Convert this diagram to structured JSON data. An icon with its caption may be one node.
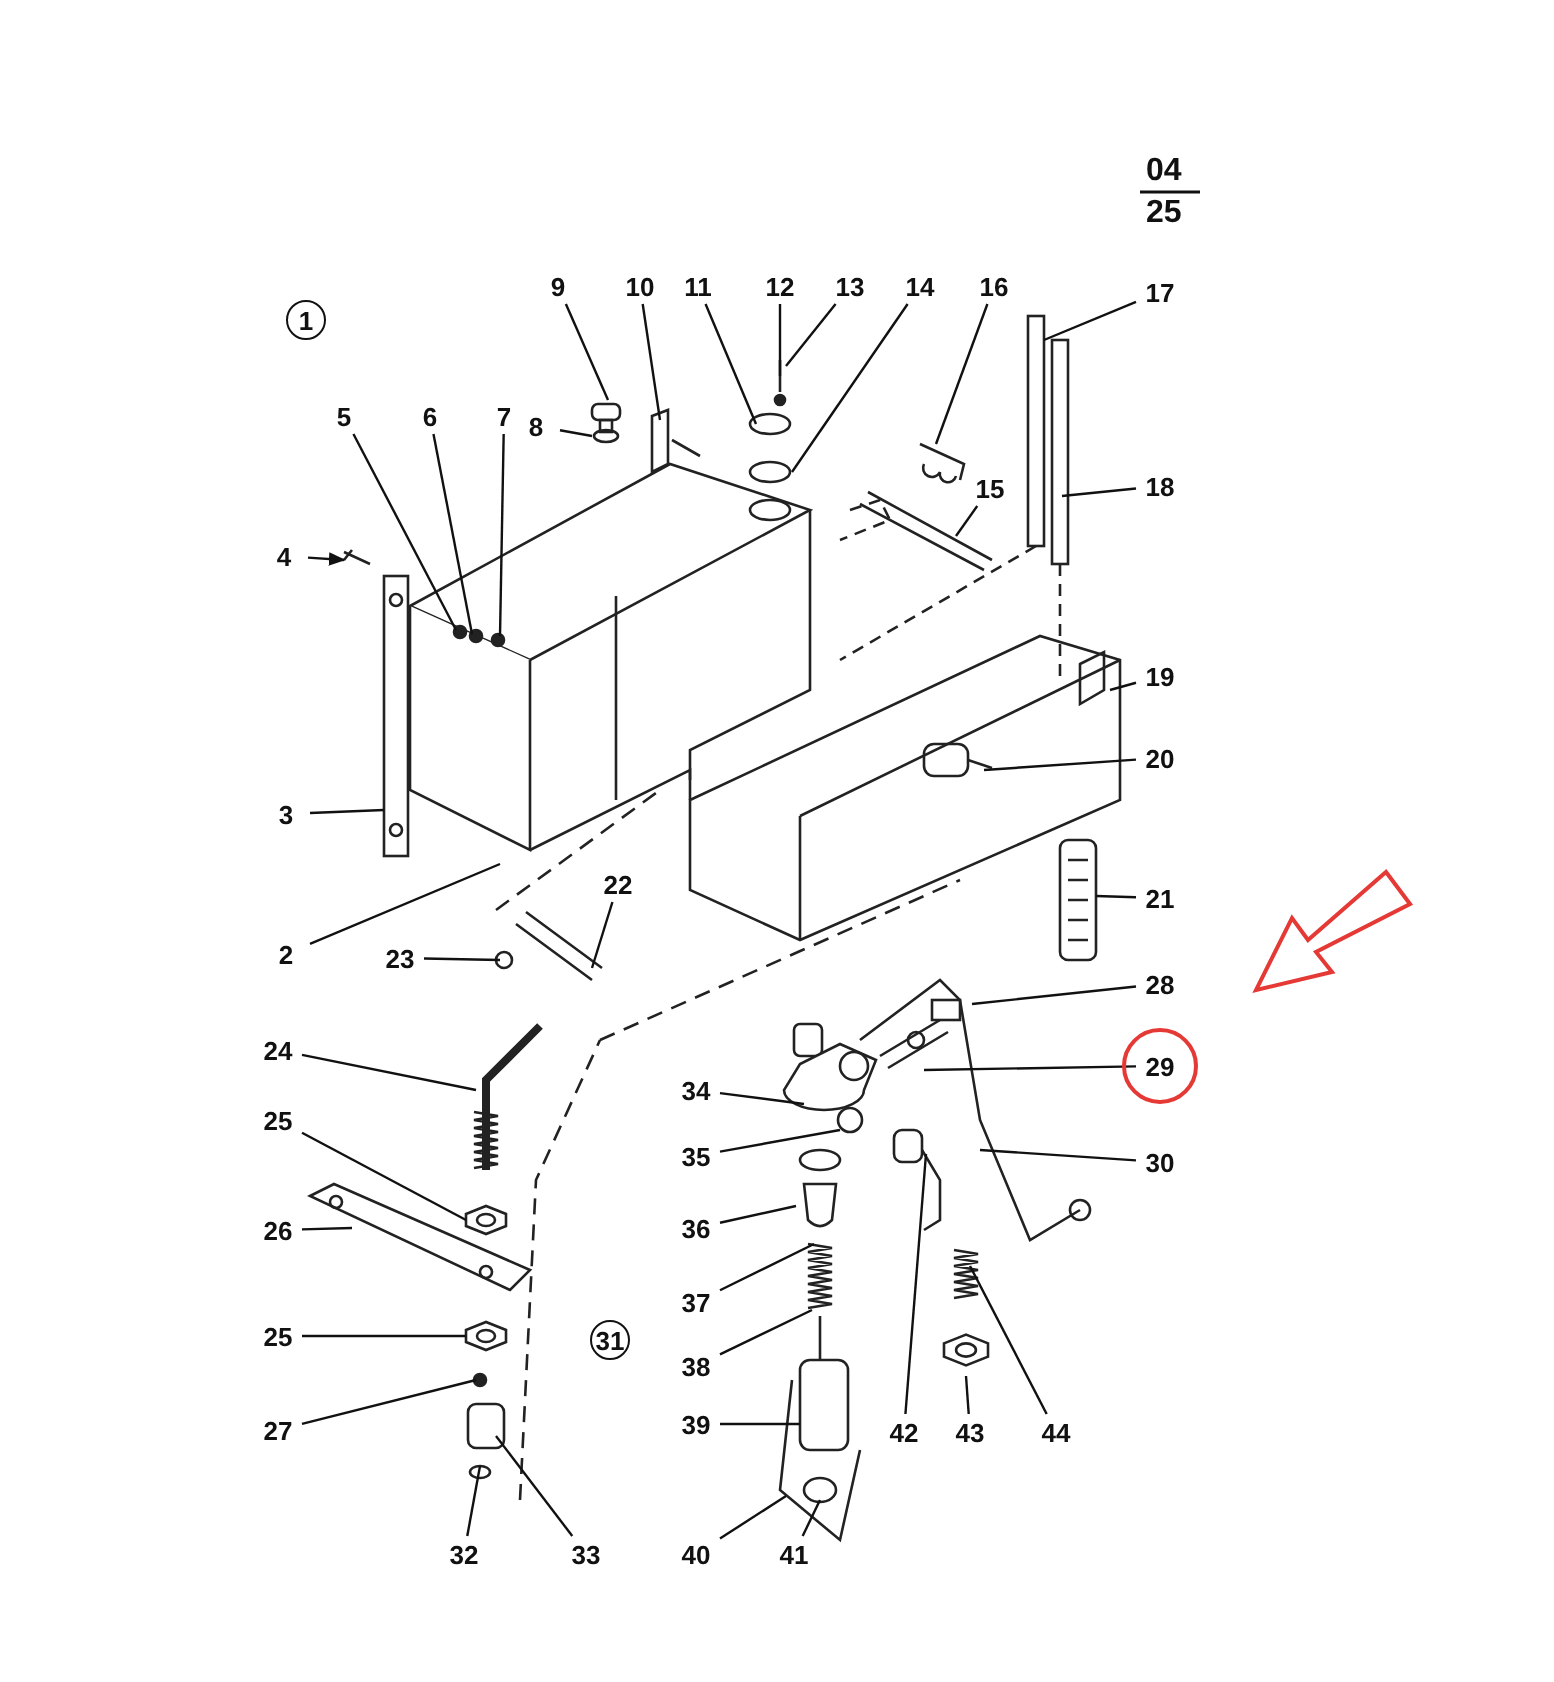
{
  "diagram": {
    "nodes": [
      {
        "text": [
          "1"
        ]
      },
      {
        "text": [
          "2"
        ]
      },
      {
        "text": [
          "3"
        ]
      },
      {
        "text": [
          "4"
        ]
      },
      {
        "text": [
          "5"
        ]
      },
      {
        "text": [
          "6"
        ]
      },
      {
        "text": [
          "7"
        ]
      },
      {
        "text": [
          "8"
        ]
      },
      {
        "text": [
          "9"
        ]
      },
      {
        "text": [
          "10"
        ]
      },
      {
        "text": [
          "11"
        ]
      },
      {
        "text": [
          "12"
        ]
      },
      {
        "text": [
          "13"
        ]
      },
      {
        "text": [
          "14"
        ]
      },
      {
        "text": [
          "15"
        ]
      },
      {
        "text": [
          "16"
        ]
      },
      {
        "text": [
          "17"
        ]
      },
      {
        "text": [
          "18"
        ]
      },
      {
        "text": [
          "19"
        ]
      },
      {
        "text": [
          "20"
        ]
      },
      {
        "text": [
          "21"
        ]
      },
      {
        "text": [
          "22"
        ]
      },
      {
        "text": [
          "23"
        ]
      },
      {
        "text": [
          "24"
        ]
      },
      {
        "text": [
          "25"
        ]
      },
      {
        "text": [
          "26"
        ]
      },
      {
        "text": [
          "25"
        ]
      },
      {
        "text": [
          "27"
        ]
      },
      {
        "text": [
          "28"
        ]
      },
      {
        "text": [
          "29"
        ]
      },
      {
        "text": [
          "30"
        ]
      },
      {
        "text": [
          "31"
        ]
      },
      {
        "text": [
          "32"
        ]
      },
      {
        "text": [
          "33"
        ]
      },
      {
        "text": [
          "34"
        ]
      },
      {
        "text": [
          "35"
        ]
      },
      {
        "text": [
          "36"
        ]
      },
      {
        "text": [
          "37"
        ]
      },
      {
        "text": [
          "38"
        ]
      },
      {
        "text": [
          "39"
        ]
      },
      {
        "text": [
          "40"
        ]
      },
      {
        "text": [
          "41"
        ]
      },
      {
        "text": [
          "42"
        ]
      },
      {
        "text": [
          "43"
        ]
      },
      {
        "text": [
          "44"
        ]
      }
    ],
    "edges": [
      {
        "from": 1,
        "to": null,
        "arrow": "none"
      },
      {
        "from": 2,
        "to": null,
        "arrow": "none"
      },
      {
        "from": 3,
        "to": null,
        "arrow": "to"
      },
      {
        "from": 4,
        "to": null,
        "arrow": "none"
      },
      {
        "from": 5,
        "to": null,
        "arrow": "none"
      },
      {
        "from": 6,
        "to": null,
        "arrow": "none"
      },
      {
        "from": 7,
        "to": null,
        "arrow": "none"
      },
      {
        "from": 8,
        "to": null,
        "arrow": "none"
      },
      {
        "from": 9,
        "to": null,
        "arrow": "none"
      },
      {
        "from": 10,
        "to": null,
        "arrow": "none"
      },
      {
        "from": 11,
        "to": null,
        "arrow": "none"
      },
      {
        "from": 12,
        "to": null,
        "arrow": "none"
      },
      {
        "from": 13,
        "to": null,
        "arrow": "none"
      },
      {
        "from": 14,
        "to": null,
        "arrow": "none"
      },
      {
        "from": 15,
        "to": null,
        "arrow": "none"
      },
      {
        "from": 16,
        "to": null,
        "arrow": "none"
      },
      {
        "from": 17,
        "to": null,
        "arrow": "none"
      },
      {
        "from": 18,
        "to": null,
        "arrow": "none"
      },
      {
        "from": 19,
        "to": null,
        "arrow": "none"
      },
      {
        "from": 20,
        "to": null,
        "arrow": "none"
      },
      {
        "from": 21,
        "to": null,
        "arrow": "none"
      },
      {
        "from": 22,
        "to": null,
        "arrow": "none"
      },
      {
        "from": 23,
        "to": null,
        "arrow": "none"
      },
      {
        "from": 24,
        "to": null,
        "arrow": "none"
      },
      {
        "from": 25,
        "to": null,
        "arrow": "none"
      },
      {
        "from": 26,
        "to": null,
        "arrow": "none"
      },
      {
        "from": 27,
        "to": null,
        "arrow": "none"
      },
      {
        "from": 28,
        "to": null,
        "arrow": "none"
      },
      {
        "from": 29,
        "to": null,
        "arrow": "none"
      },
      {
        "from": 30,
        "to": null,
        "arrow": "none"
      },
      {
        "from": 32,
        "to": null,
        "arrow": "none"
      },
      {
        "from": 33,
        "to": null,
        "arrow": "none"
      },
      {
        "from": 34,
        "to": null,
        "arrow": "none"
      },
      {
        "from": 35,
        "to": null,
        "arrow": "none"
      },
      {
        "from": 36,
        "to": null,
        "arrow": "none"
      },
      {
        "from": 37,
        "to": null,
        "arrow": "none"
      },
      {
        "from": 38,
        "to": null,
        "arrow": "none"
      },
      {
        "from": 39,
        "to": null,
        "arrow": "none"
      },
      {
        "from": 40,
        "to": null,
        "arrow": "none"
      },
      {
        "from": 41,
        "to": null,
        "arrow": "none"
      },
      {
        "from": 42,
        "to": null,
        "arrow": "none"
      },
      {
        "from": 43,
        "to": null,
        "arrow": "none"
      },
      {
        "from": 44,
        "to": null,
        "arrow": "none"
      }
    ],
    "labels": [
      "04",
      "25"
    ]
  }
}
